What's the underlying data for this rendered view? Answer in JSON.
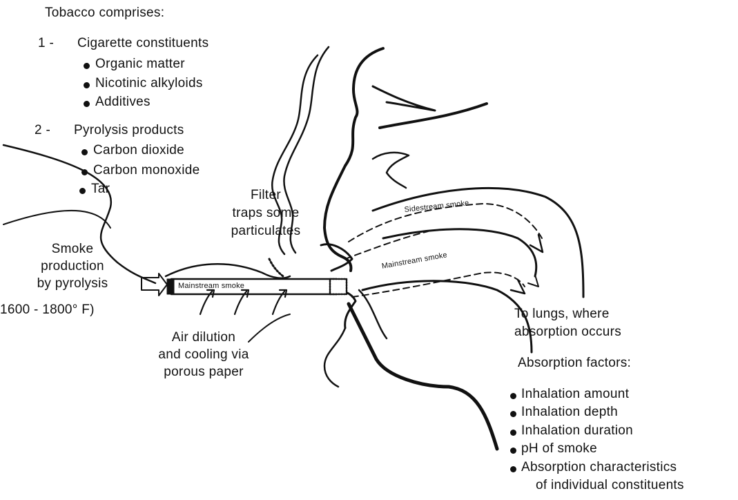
{
  "header": "Tobacco comprises:",
  "groups": [
    {
      "number": "1 -",
      "title": "Cigarette constituents",
      "items": [
        "Organic matter",
        "Nicotinic alkyloids",
        "Additives"
      ]
    },
    {
      "number": "2 -",
      "title": "Pyrolysis products",
      "items": [
        "Carbon dioxide",
        "Carbon monoxide",
        "Tar"
      ]
    }
  ],
  "labels": {
    "filter": [
      "Filter",
      "traps some",
      "particulates"
    ],
    "smoke_production": [
      "Smoke",
      "production",
      "by pyrolysis",
      "1600 - 1800° F)"
    ],
    "air_dilution": [
      "Air dilution",
      "and cooling via",
      "porous paper"
    ],
    "to_lungs": [
      "To lungs, where",
      "absorption occurs"
    ],
    "absorption_factors_title": "Absorption factors:"
  },
  "absorption_factors": [
    "Inhalation amount",
    "Inhalation depth",
    "Inhalation duration",
    "pH of smoke",
    "Absorption characteristics",
    "of individual constituents"
  ],
  "smoke_labels": {
    "sidestream": "Sidestream smoke",
    "mainstream_mouth": "Mainstream smoke",
    "mainstream_cigarette": "Mainstream smoke"
  }
}
